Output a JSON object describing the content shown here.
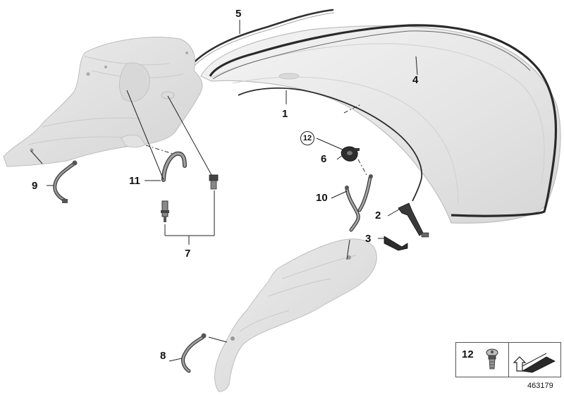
{
  "callouts": {
    "p1": "1",
    "p2": "2",
    "p3": "3",
    "p4": "4",
    "p5": "5",
    "p6": "6",
    "p7": "7",
    "p8": "8",
    "p9": "9",
    "p10": "10",
    "p11": "11",
    "p12": "12"
  },
  "legend": {
    "item_number": "12"
  },
  "diagram_id": "463179",
  "colors": {
    "part_fill": "#e6e6e6",
    "part_stroke": "#b8b8b8",
    "seal_dark": "#2a2a2a",
    "line": "#222222"
  }
}
